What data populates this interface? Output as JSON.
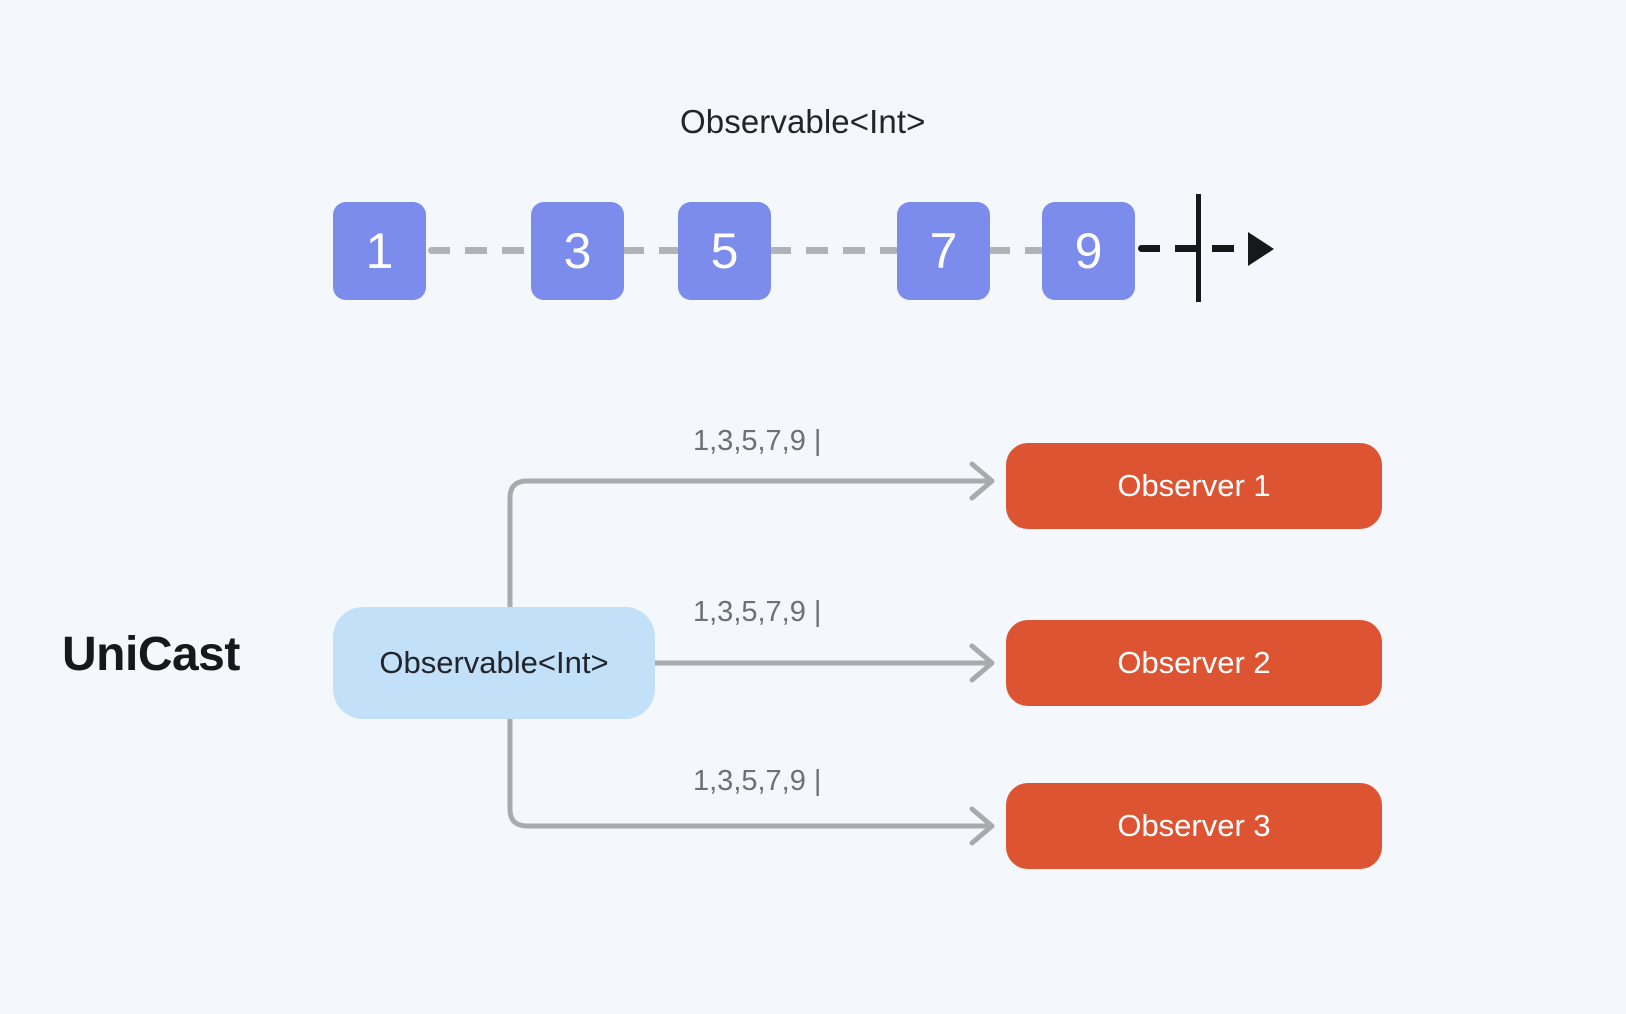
{
  "background_color": "#f4f8fd",
  "marble": {
    "title": "Observable<Int>",
    "values": [
      "1",
      "3",
      "5",
      "7",
      "9"
    ],
    "box_color": "#7b8cec",
    "box_text_color": "#ffffff",
    "dash_color": "#b0b4b8",
    "terminal_color": "#17181a",
    "completion_marker": "|",
    "has_arrowhead": true
  },
  "unicast": {
    "section_label": "UniCast",
    "source": {
      "label": "Observable<Int>",
      "color": "#c2e0f7",
      "text_color": "#21242b"
    },
    "edge_color": "#a8abad",
    "edges": [
      {
        "label": "1,3,5,7,9 |"
      },
      {
        "label": "1,3,5,7,9 |"
      },
      {
        "label": "1,3,5,7,9 |"
      }
    ],
    "observers": [
      {
        "label": "Observer 1",
        "color": "#dd5433",
        "text_color": "#ffffff"
      },
      {
        "label": "Observer 2",
        "color": "#dd5433",
        "text_color": "#ffffff"
      },
      {
        "label": "Observer 3",
        "color": "#dd5433",
        "text_color": "#ffffff"
      }
    ]
  }
}
